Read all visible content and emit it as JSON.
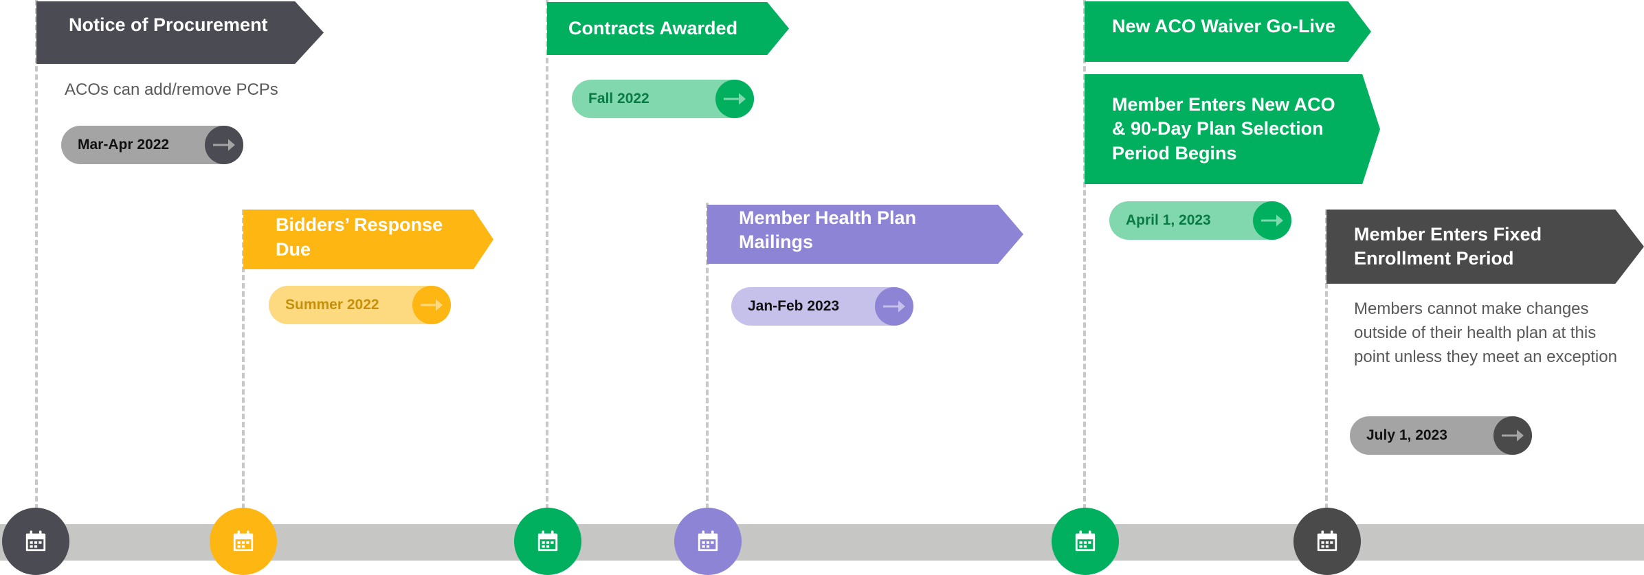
{
  "colors": {
    "dark": "#4b4c53",
    "yellow": "#fdb612",
    "yellow_light": "#fdd97f",
    "yellow_text": "#c7900a",
    "green": "#00b05e",
    "green_light": "#82d8ae",
    "green_text": "#087a44",
    "purple": "#8d84d6",
    "purple_light": "#c6c1eb",
    "gray_pill": "#a4a4a4",
    "charcoal": "#4a4a4a",
    "bar": "#c6c6c5"
  },
  "milestones": [
    {
      "title": "Notice of Procurement",
      "note": "ACOs can add/remove PCPs",
      "date": "Mar-Apr 2022",
      "icon": "calendar-icon"
    },
    {
      "title": "Bidders’ Response Due",
      "date": "Summer 2022",
      "icon": "calendar-icon"
    },
    {
      "title": "Contracts Awarded",
      "date": "Fall 2022",
      "icon": "calendar-icon"
    },
    {
      "title": "Member Health Plan Mailings",
      "date": "Jan-Feb 2023",
      "icon": "calendar-icon"
    },
    {
      "titles": [
        "New ACO Waiver Go-Live",
        "Member Enters New ACO & 90-Day Plan Selection Period Begins"
      ],
      "date": "April 1, 2023",
      "icon": "calendar-icon"
    },
    {
      "title": "Member Enters Fixed Enrollment Period",
      "note": "Members cannot make changes outside of their health plan at this point unless they meet an exception",
      "date": "July 1, 2023",
      "icon": "calendar-icon"
    }
  ]
}
